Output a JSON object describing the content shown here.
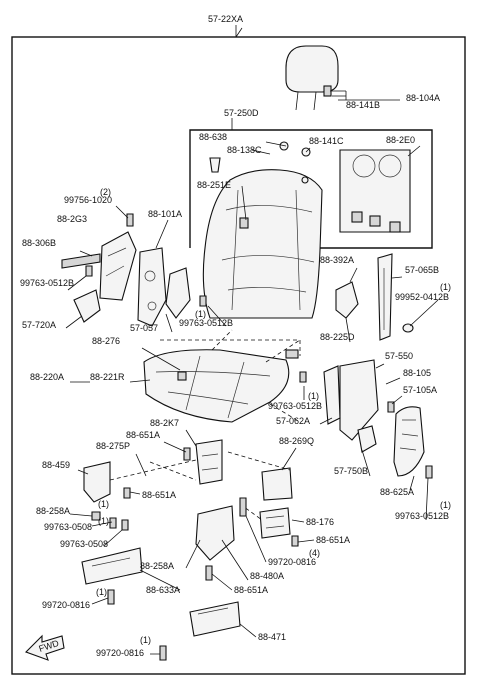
{
  "title": "57-22XA",
  "fwd_arrow": {
    "label": "FWD"
  },
  "callouts": [
    "88-104A",
    "88-141B",
    "57-250D",
    "88-638",
    "88-138C",
    "88-141C",
    "88-2E0",
    "88-251E",
    "99756-1020",
    "(2)",
    "88-2G3",
    "88-101A",
    "88-306B",
    "99763-0512B",
    "57-720A",
    "88-392A",
    "57-065B",
    "99952-0412B",
    "(1)",
    "57-057",
    "99763-0512B",
    "(1)",
    "88-276",
    "88-225D",
    "88-220A",
    "88-221R",
    "57-550",
    "88-105",
    "57-105A",
    "99763-0512B",
    "(1)",
    "57-062A",
    "88-2K7",
    "88-651A",
    "88-269Q",
    "88-275P",
    "88-459",
    "57-750B",
    "88-625A",
    "88-651A",
    "88-258A",
    "(1)",
    "99763-0508",
    "(1)",
    "99763-0508",
    "88-176",
    "99763-0512B",
    "(1)",
    "88-651A",
    "(4)",
    "99720-0816",
    "88-258A",
    "88-633A",
    "(1)",
    "99720-0816",
    "88-480A",
    "88-651A",
    "88-471",
    "(1)",
    "99720-0816"
  ]
}
